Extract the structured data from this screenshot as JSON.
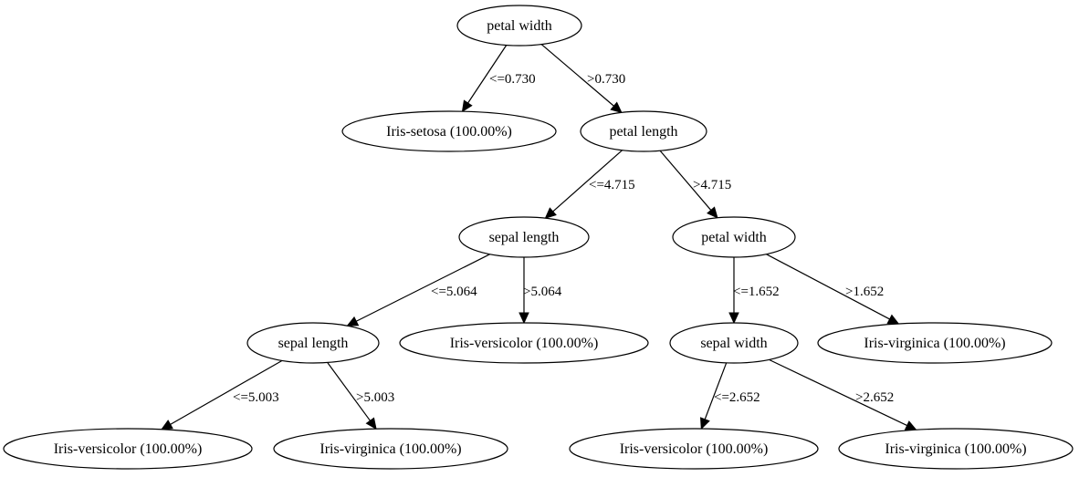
{
  "nodes": [
    {
      "id": "n0",
      "label": "petal width"
    },
    {
      "id": "n1",
      "label": "Iris-setosa (100.00%)"
    },
    {
      "id": "n2",
      "label": "petal length"
    },
    {
      "id": "n3",
      "label": "sepal length"
    },
    {
      "id": "n4",
      "label": "petal width"
    },
    {
      "id": "n5",
      "label": "sepal length"
    },
    {
      "id": "n6",
      "label": "Iris-versicolor (100.00%)"
    },
    {
      "id": "n7",
      "label": "sepal width"
    },
    {
      "id": "n8",
      "label": "Iris-virginica (100.00%)"
    },
    {
      "id": "n9",
      "label": "Iris-versicolor (100.00%)"
    },
    {
      "id": "n10",
      "label": "Iris-virginica (100.00%)"
    },
    {
      "id": "n11",
      "label": "Iris-versicolor (100.00%)"
    },
    {
      "id": "n12",
      "label": "Iris-virginica (100.00%)"
    }
  ],
  "edges": [
    {
      "id": "e0",
      "from": "n0",
      "to": "n1",
      "label": "<=0.730"
    },
    {
      "id": "e1",
      "from": "n0",
      "to": "n2",
      "label": ">0.730"
    },
    {
      "id": "e2",
      "from": "n2",
      "to": "n3",
      "label": "<=4.715"
    },
    {
      "id": "e3",
      "from": "n2",
      "to": "n4",
      "label": ">4.715"
    },
    {
      "id": "e4",
      "from": "n3",
      "to": "n5",
      "label": "<=5.064"
    },
    {
      "id": "e5",
      "from": "n3",
      "to": "n6",
      "label": ">5.064"
    },
    {
      "id": "e6",
      "from": "n4",
      "to": "n7",
      "label": "<=1.652"
    },
    {
      "id": "e7",
      "from": "n4",
      "to": "n8",
      "label": ">1.652"
    },
    {
      "id": "e8",
      "from": "n5",
      "to": "n9",
      "label": "<=5.003"
    },
    {
      "id": "e9",
      "from": "n5",
      "to": "n10",
      "label": ">5.003"
    },
    {
      "id": "e10",
      "from": "n7",
      "to": "n11",
      "label": "<=2.652"
    },
    {
      "id": "e11",
      "from": "n7",
      "to": "n12",
      "label": ">2.652"
    }
  ]
}
